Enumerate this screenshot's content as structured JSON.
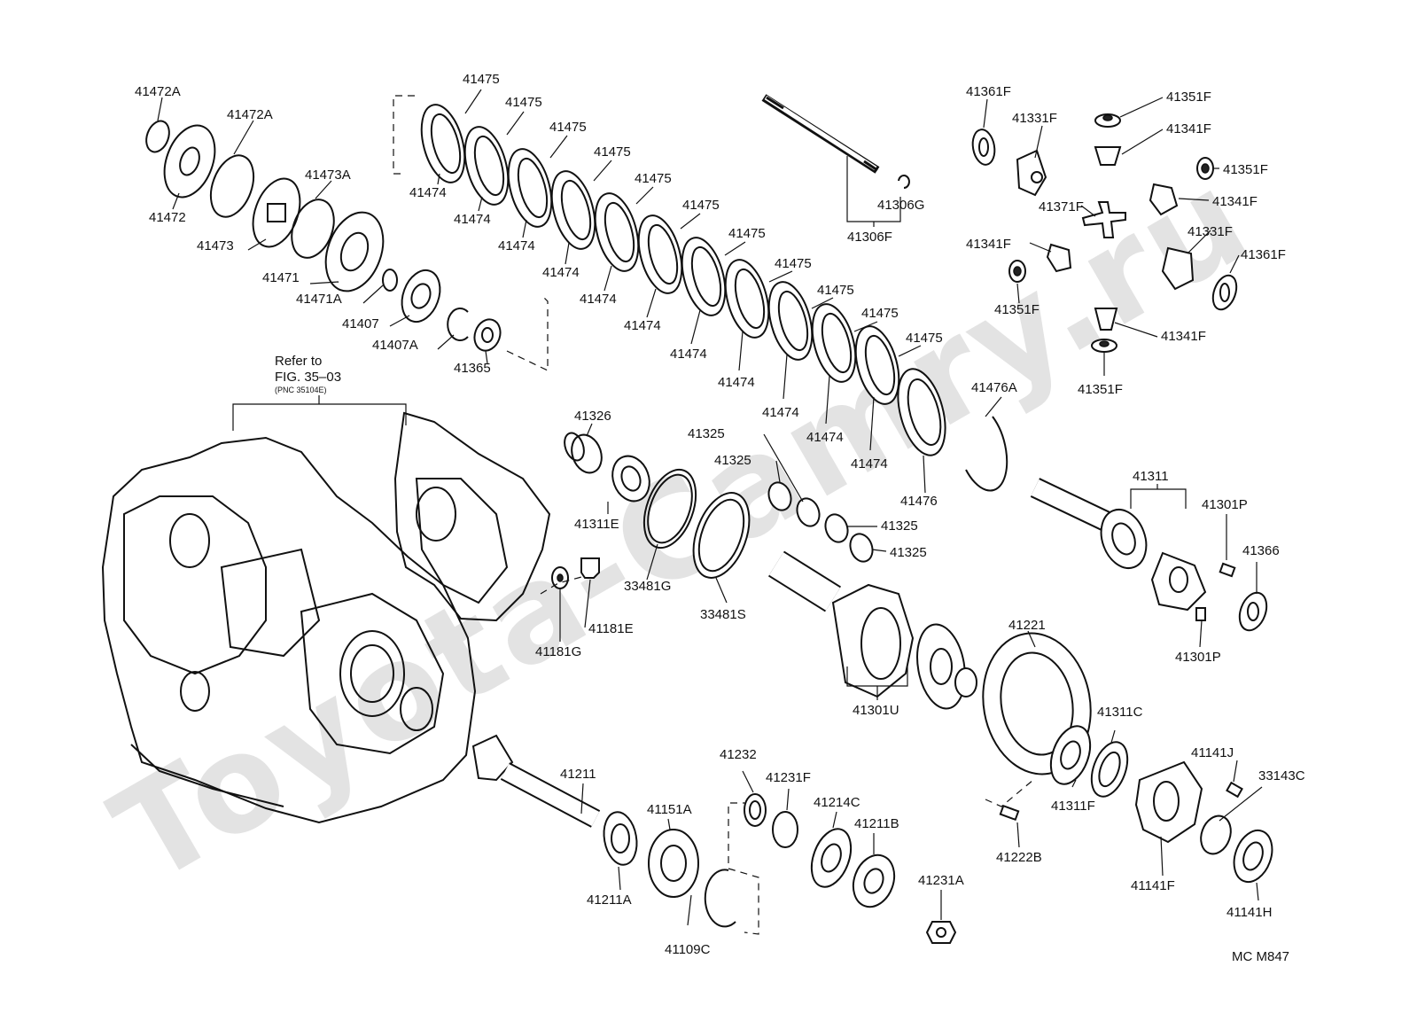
{
  "watermark": "Toyota-Camry.ru",
  "diagram_code": "MC M847",
  "reference_note": {
    "line1": "Refer to",
    "line2": "FIG. 35–03",
    "line3": "(PNC 35104E)"
  },
  "labels": {
    "l41472A_a": "41472A",
    "l41472A_b": "41472A",
    "l41473A": "41473A",
    "l41472": "41472",
    "l41473": "41473",
    "l41471": "41471",
    "l41471A": "41471A",
    "l41407": "41407",
    "l41407A": "41407A",
    "l41365": "41365",
    "l41475_1": "41475",
    "l41475_2": "41475",
    "l41475_3": "41475",
    "l41475_4": "41475",
    "l41475_5": "41475",
    "l41475_6": "41475",
    "l41475_7": "41475",
    "l41475_8": "41475",
    "l41475_9": "41475",
    "l41475_10": "41475",
    "l41475_11": "41475",
    "l41474_1": "41474",
    "l41474_2": "41474",
    "l41474_3": "41474",
    "l41474_4": "41474",
    "l41474_5": "41474",
    "l41474_6": "41474",
    "l41474_7": "41474",
    "l41474_8": "41474",
    "l41474_9": "41474",
    "l41474_10": "41474",
    "l41474_11": "41474",
    "l41476A": "41476A",
    "l41476": "41476",
    "l41306G": "41306G",
    "l41306F": "41306F",
    "l41361F_a": "41361F",
    "l41331F_a": "41331F",
    "l41351F_a": "41351F",
    "l41341F_a": "41341F",
    "l41351F_b": "41351F",
    "l41341F_b": "41341F",
    "l41371F": "41371F",
    "l41331F_b": "41331F",
    "l41361F_b": "41361F",
    "l41341F_c": "41341F",
    "l41351F_c": "41351F",
    "l41341F_d": "41341F",
    "l41351F_d": "41351F",
    "l41326": "41326",
    "l41325_a": "41325",
    "l41325_b": "41325",
    "l41325_c": "41325",
    "l41325_d": "41325",
    "l41311E": "41311E",
    "l33481G": "33481G",
    "l33481S": "33481S",
    "l41181E": "41181E",
    "l41181G": "41181G",
    "l41311": "41311",
    "l41301P_a": "41301P",
    "l41366": "41366",
    "l41301P_b": "41301P",
    "l41221": "41221",
    "l41301U": "41301U",
    "l41311C": "41311C",
    "l41311F": "41311F",
    "l41141J": "41141J",
    "l33143C": "33143C",
    "l41141F": "41141F",
    "l41141H": "41141H",
    "l41222B": "41222B",
    "l41211": "41211",
    "l41151A": "41151A",
    "l41211A": "41211A",
    "l41109C": "41109C",
    "l41232": "41232",
    "l41231F": "41231F",
    "l41214C": "41214C",
    "l41211B": "41211B",
    "l41231A": "41231A"
  }
}
